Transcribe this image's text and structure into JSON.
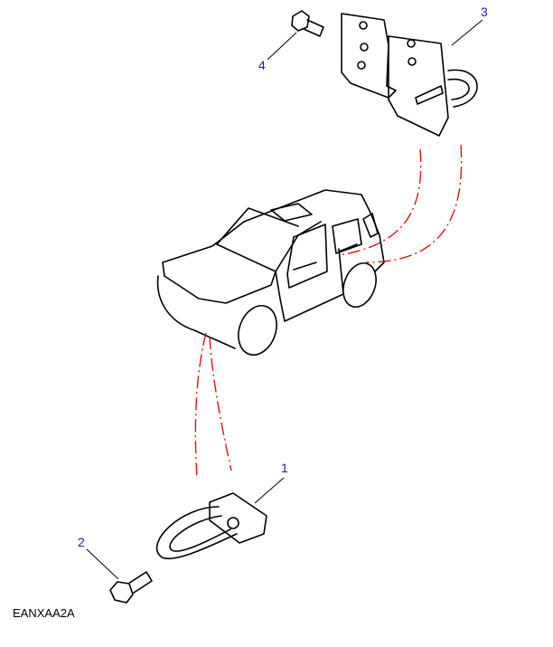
{
  "diagram": {
    "drawing_code": "EANXAA2A",
    "callouts": [
      {
        "number": "1",
        "part": "towing-eye-front"
      },
      {
        "number": "2",
        "part": "bolt"
      },
      {
        "number": "3",
        "part": "towing-bracket-rear"
      },
      {
        "number": "4",
        "part": "bolt"
      }
    ],
    "colors": {
      "callout": "#1a1acc",
      "leader_line": "#e01010",
      "ink": "#000000"
    }
  }
}
